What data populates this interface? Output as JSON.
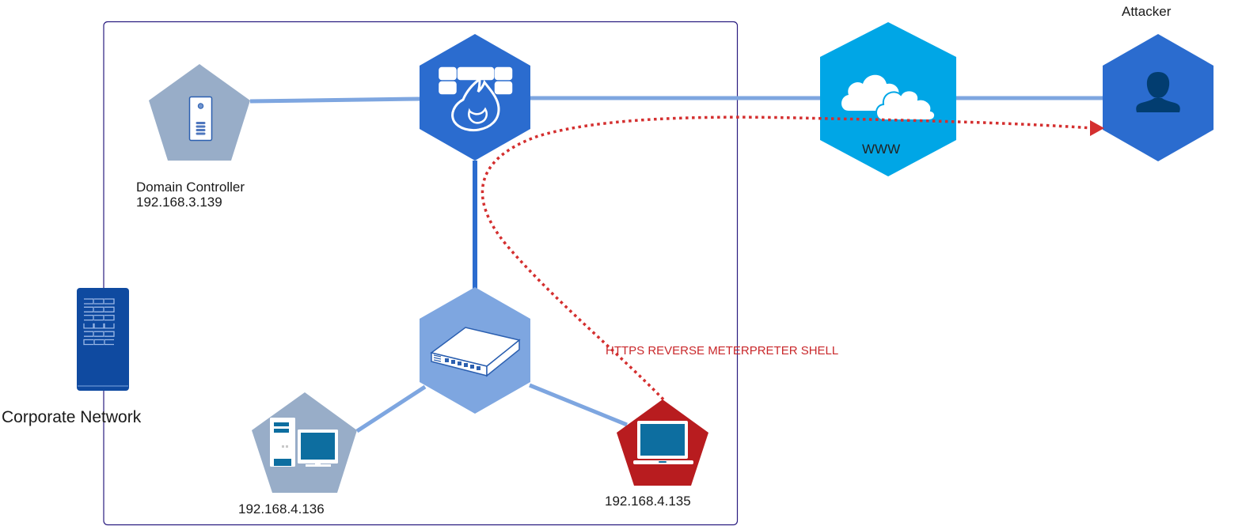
{
  "diagram": {
    "title": "Network attack diagram",
    "colors": {
      "boundary": "#2a1d80",
      "link": "#7ea6e0",
      "link_dark": "#2b6ccf",
      "firewall": "#2b6ccf",
      "switch": "#7ea6e0",
      "internet": "#00a6e6",
      "attacker": "#2b6ccf",
      "host": "#98adc8",
      "compromised": "#b81c1f",
      "attack_path": "#d42f2f",
      "screen": "#0d6ea0",
      "building": "#0f4aa0"
    },
    "groups": [
      {
        "id": "corporate-network",
        "label": "Corporate Network"
      }
    ],
    "nodes": [
      {
        "id": "domain-controller",
        "type": "server",
        "label": "Domain Controller",
        "ip": "192.168.3.139"
      },
      {
        "id": "firewall",
        "type": "firewall",
        "label": ""
      },
      {
        "id": "switch",
        "type": "switch",
        "label": ""
      },
      {
        "id": "workstation",
        "type": "desktop",
        "label": "",
        "ip": "192.168.4.136"
      },
      {
        "id": "victim-laptop",
        "type": "laptop",
        "label": "",
        "ip": "192.168.4.135",
        "status": "compromised"
      },
      {
        "id": "internet",
        "type": "cloud",
        "label": "WWW"
      },
      {
        "id": "attacker",
        "type": "user",
        "label": "Attacker"
      }
    ],
    "edges": [
      {
        "from": "domain-controller",
        "to": "firewall"
      },
      {
        "from": "firewall",
        "to": "internet"
      },
      {
        "from": "internet",
        "to": "attacker"
      },
      {
        "from": "firewall",
        "to": "switch"
      },
      {
        "from": "switch",
        "to": "workstation"
      },
      {
        "from": "switch",
        "to": "victim-laptop"
      },
      {
        "from": "victim-laptop",
        "to": "attacker",
        "style": "dotted-arrow",
        "label": "HTTPS REVERSE METERPRETER SHELL"
      }
    ]
  }
}
